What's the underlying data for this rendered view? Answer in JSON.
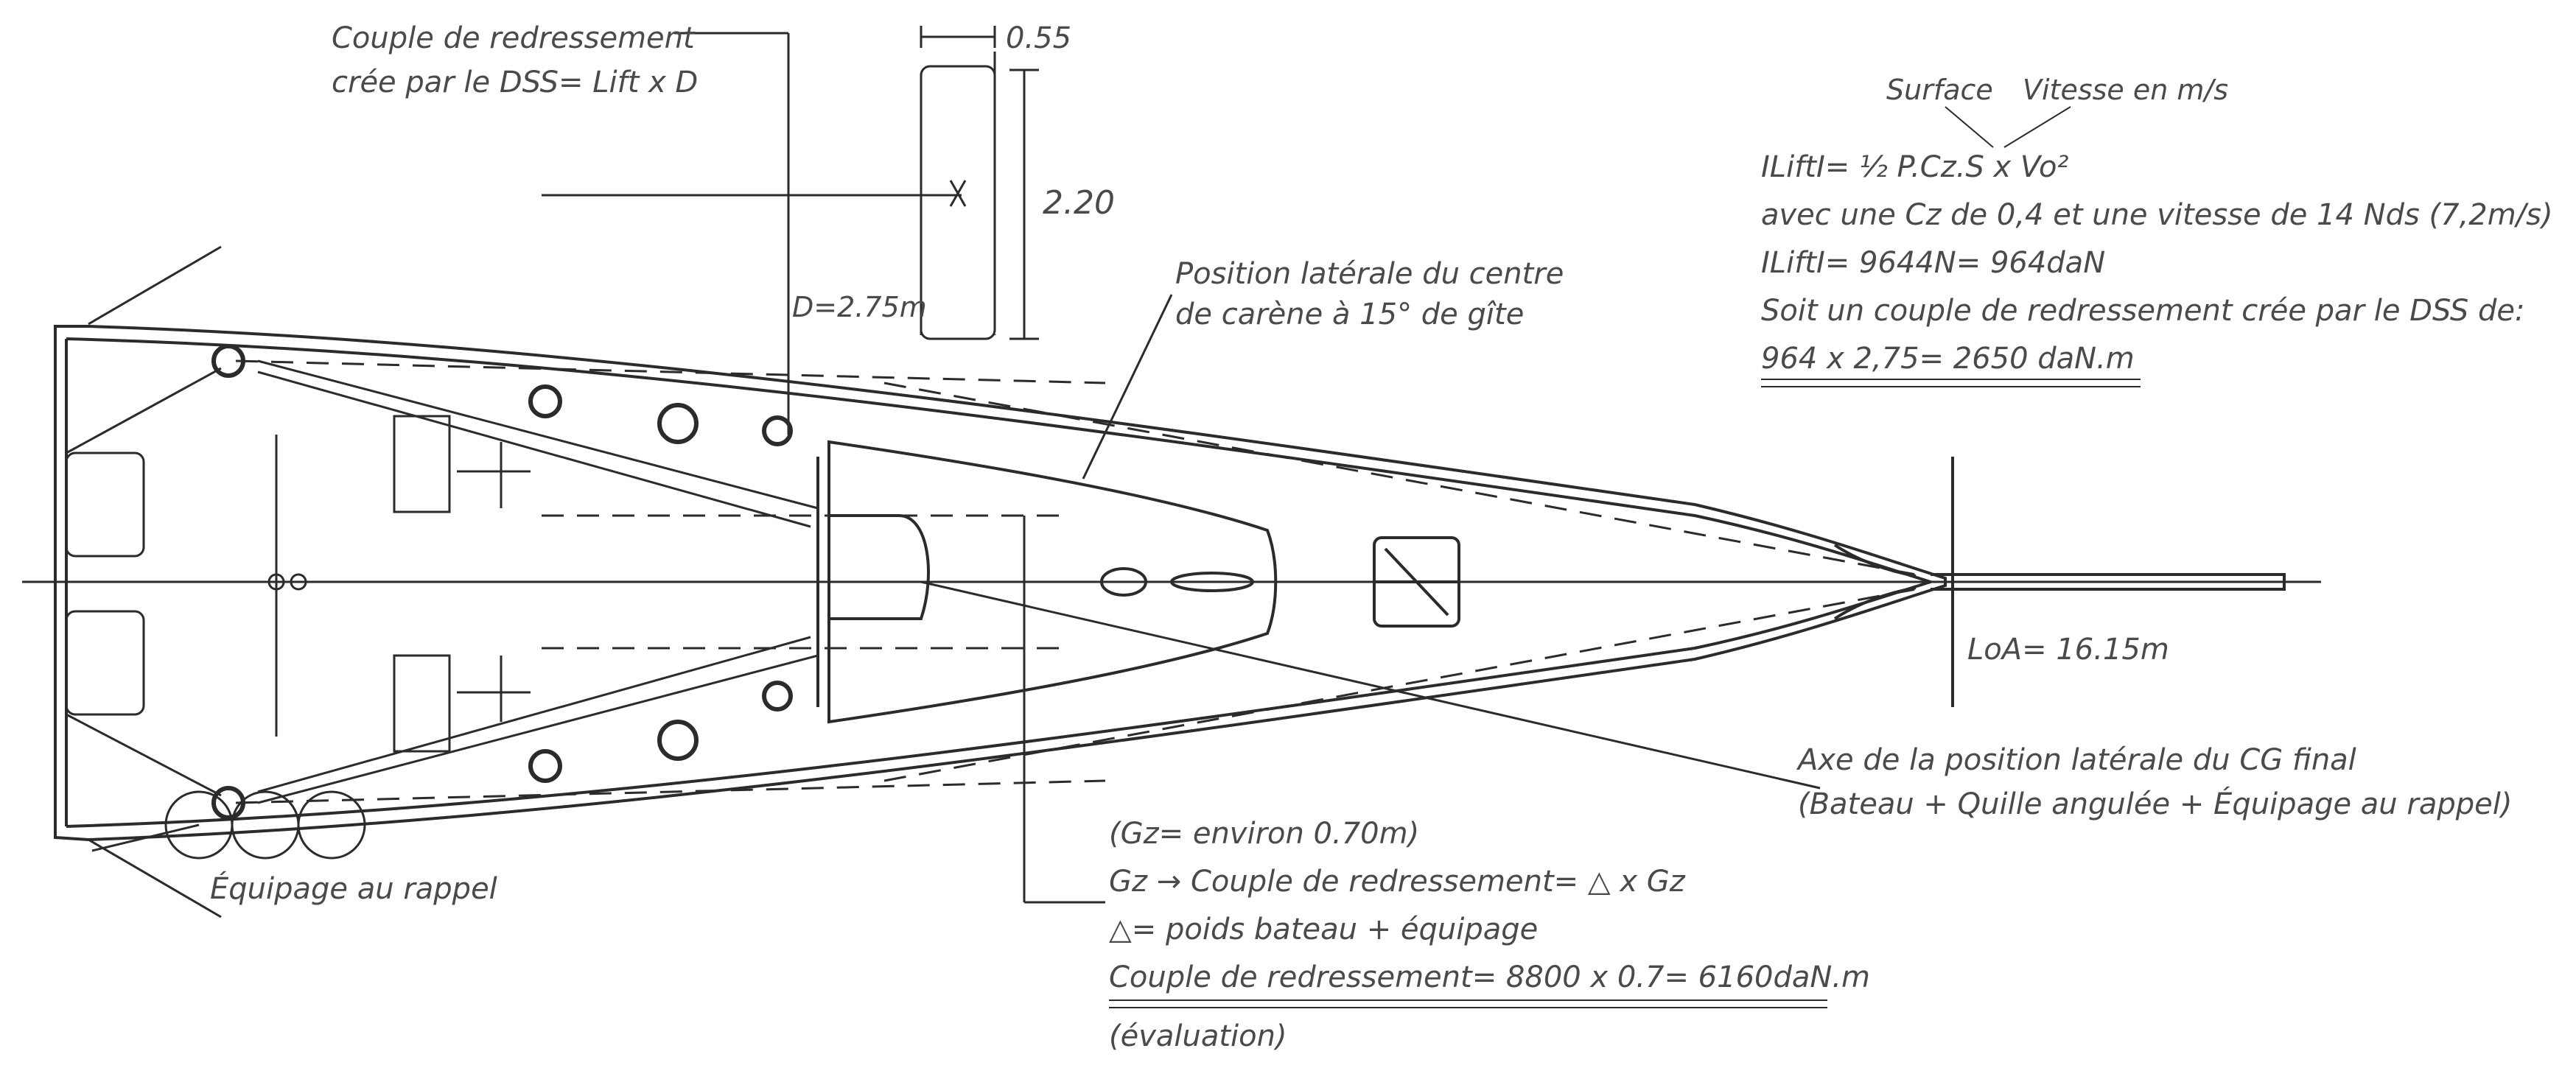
{
  "colors": {
    "ink": "#2b2b2b",
    "text": "#4a4a4a",
    "background": "#ffffff"
  },
  "annotations": {
    "righting_couple_title": "Couple de redressement",
    "righting_couple_sub": "crée par le DSS= Lift x D",
    "dim_width": "0.55",
    "dim_height": "2.20",
    "dim_d": "D=2.75m",
    "buoyancy_label_1": "Position latérale du centre",
    "buoyancy_label_2": "de carène à 15° de gîte",
    "loa": "LoA= 16.15m",
    "cg_label_1": "Axe de la position latérale du CG final",
    "cg_label_2": "(Bateau + Quille angulée + Équipage au rappel)",
    "crew_label": "Équipage au rappel"
  },
  "formula_block": {
    "surface": "Surface",
    "vitesse": "Vitesse en m/s",
    "line1": "ILiftI= ½ P.Cz.S x Vo²",
    "line2": "avec une Cz de 0,4 et une vitesse de 14 Nds (7,2m/s)",
    "line3": "ILiftI= 9644N= 964daN",
    "line4": "Soit un couple de redressement crée par le DSS de:",
    "line5": "964 x 2,75= 2650 daN.m"
  },
  "gz_block": {
    "line1": "(Gz= environ 0.70m)",
    "line2": "Gz → Couple de redressement= △ x Gz",
    "line3": "△= poids bateau + équipage",
    "line4": "Couple de redressement= 8800 x 0.7= 6160daN.m",
    "line5": "(évaluation)"
  }
}
